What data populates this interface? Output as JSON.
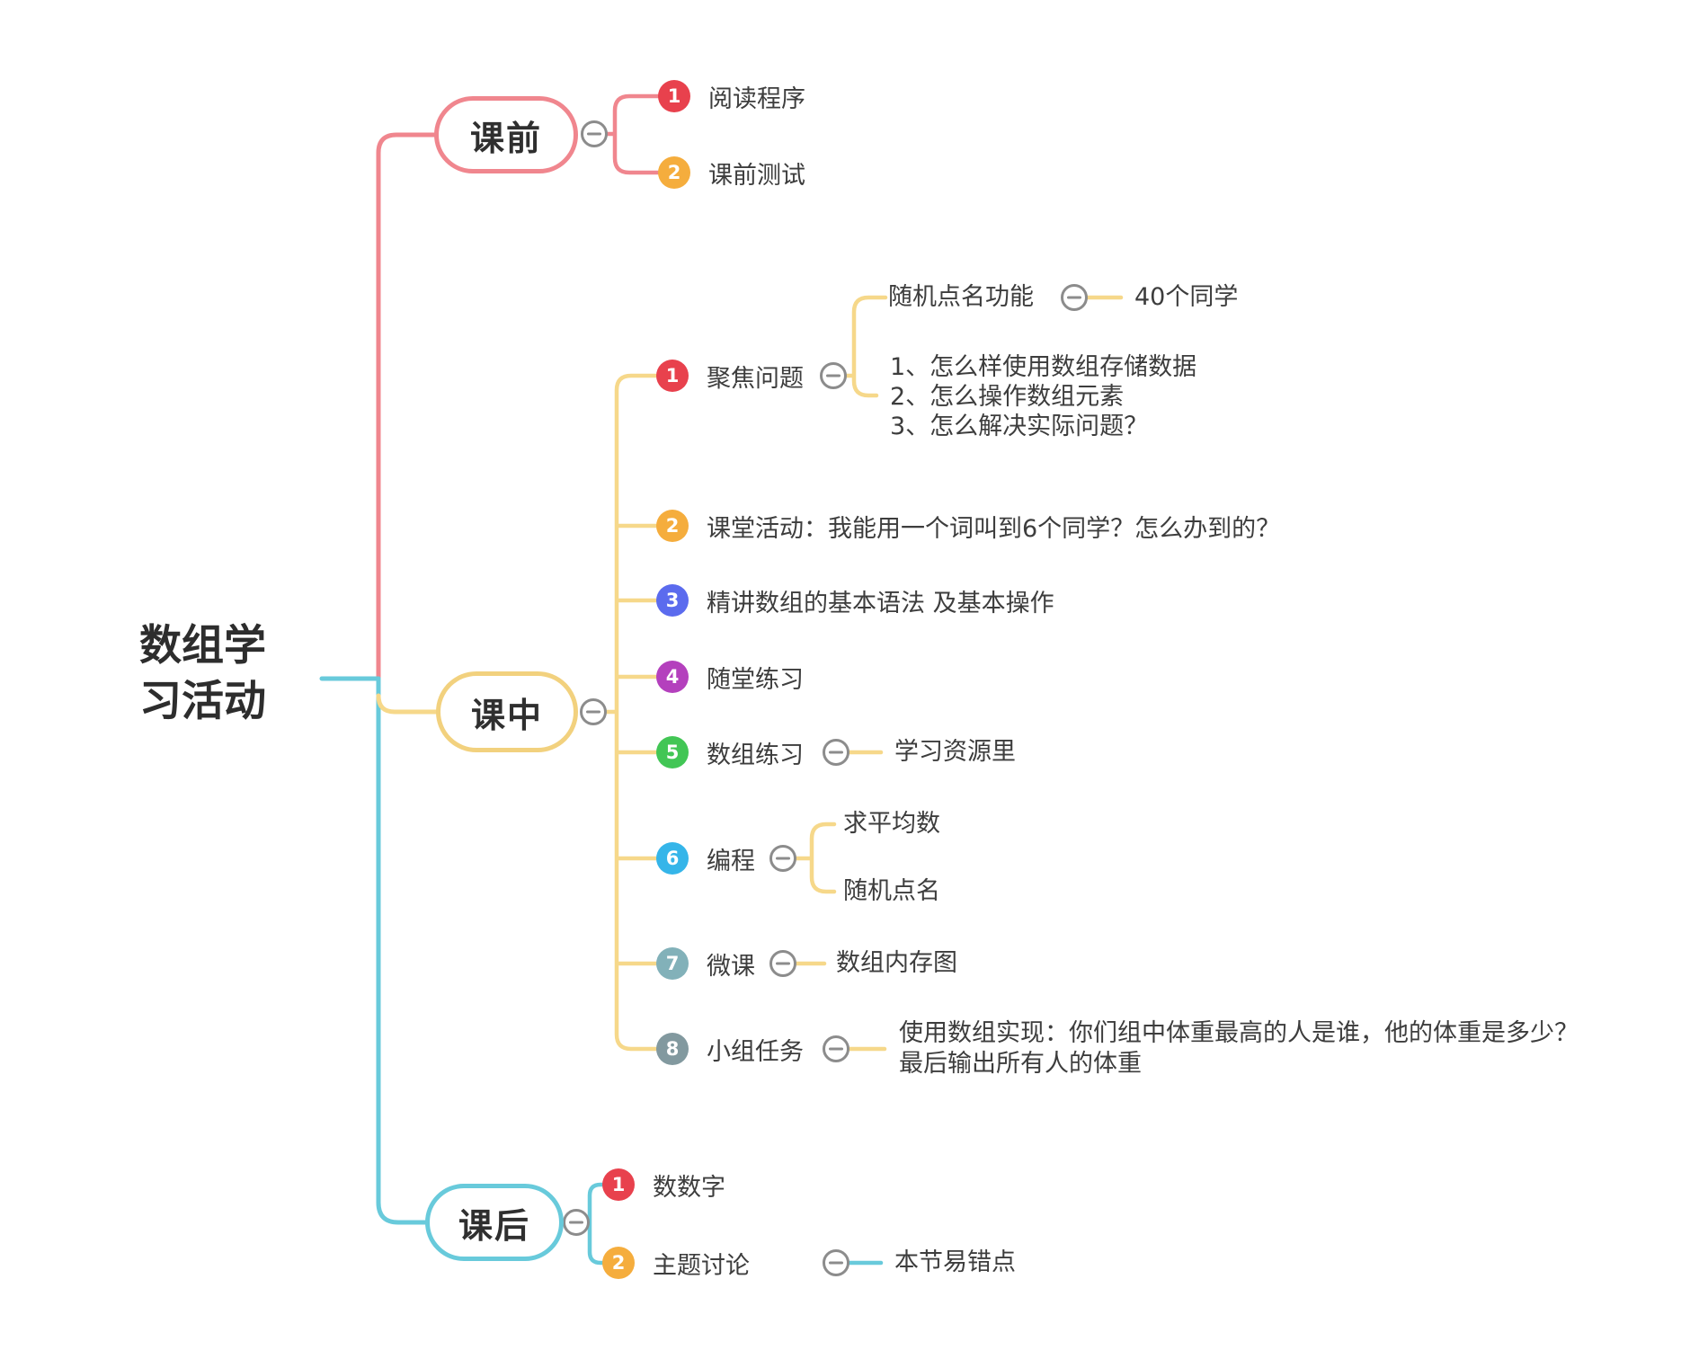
{
  "root": {
    "line1": "数组学",
    "line2": "习活动"
  },
  "pre_class": {
    "label": "课前",
    "children": [
      {
        "num": "1",
        "label": "阅读程序"
      },
      {
        "num": "2",
        "label": "课前测试"
      }
    ]
  },
  "in_class": {
    "label": "课中",
    "children": [
      {
        "num": "1",
        "label": "聚焦问题"
      },
      {
        "num": "2",
        "label": "课堂活动：我能用一个词叫到6个同学？怎么办到的？"
      },
      {
        "num": "3",
        "label": "精讲数组的基本语法 及基本操作"
      },
      {
        "num": "4",
        "label": "随堂练习"
      },
      {
        "num": "5",
        "label": "数组练习"
      },
      {
        "num": "6",
        "label": "编程"
      },
      {
        "num": "7",
        "label": "微课"
      },
      {
        "num": "8",
        "label": "小组任务"
      }
    ],
    "focus_sub": {
      "roll_call_feature": "随机点名功能",
      "forty_students": "40个同学",
      "questions": [
        "1、怎么样使用数组存储数据",
        "2、怎么操作数组元素",
        "3、怎么解决实际问题？"
      ]
    },
    "practice_sub": "学习资源里",
    "coding_sub": [
      "求平均数",
      "随机点名"
    ],
    "micro_lesson_sub": "数组内存图",
    "group_task_sub": [
      "使用数组实现：你们组中体重最高的人是谁，他的体重是多少？",
      "最后输出所有人的体重"
    ]
  },
  "post_class": {
    "label": "课后",
    "children": [
      {
        "num": "1",
        "label": "数数字"
      },
      {
        "num": "2",
        "label": "主题讨论"
      }
    ],
    "discussion_sub": "本节易错点"
  },
  "colors": {
    "branch_pink": "#f0868e",
    "branch_yellow": "#f6d88a",
    "pill_yellow": "#f2d17e",
    "branch_cyan": "#68cadb",
    "badge_red": "#e8414d",
    "badge_orange": "#f5ad3d",
    "badge_blue": "#5b6bee",
    "badge_purple": "#b440bd",
    "badge_green": "#42c655",
    "badge_sky": "#35b5e9",
    "badge_teal": "#82b1b9",
    "badge_slate": "#82999f",
    "collapse_gray": "#8c8c8c",
    "text": "#3d3d3d"
  }
}
